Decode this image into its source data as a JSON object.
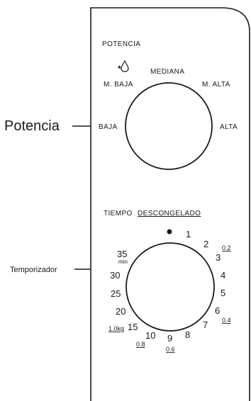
{
  "callouts": {
    "power": "Potencia",
    "timer": "Temporizador"
  },
  "power_section": {
    "title": "POTENCIA",
    "levels": {
      "low": "BAJA",
      "medium_low": "M. BAJA",
      "medium": "MEDIANA",
      "medium_high": "M. ALTA",
      "high": "ALTA"
    },
    "defrost_symbol": "*๏"
  },
  "timer_section": {
    "title_plain": "TIEMPO",
    "title_underlined": "DESCONGELADO",
    "min_unit": "min",
    "minutes": [
      "1",
      "2",
      "3",
      "4",
      "5",
      "6",
      "7",
      "8",
      "9",
      "10",
      "15",
      "20",
      "25",
      "30",
      "35"
    ],
    "defrost_weights": [
      "0.2",
      "0.4",
      "0.6",
      "0.8",
      "1.0kg"
    ]
  }
}
